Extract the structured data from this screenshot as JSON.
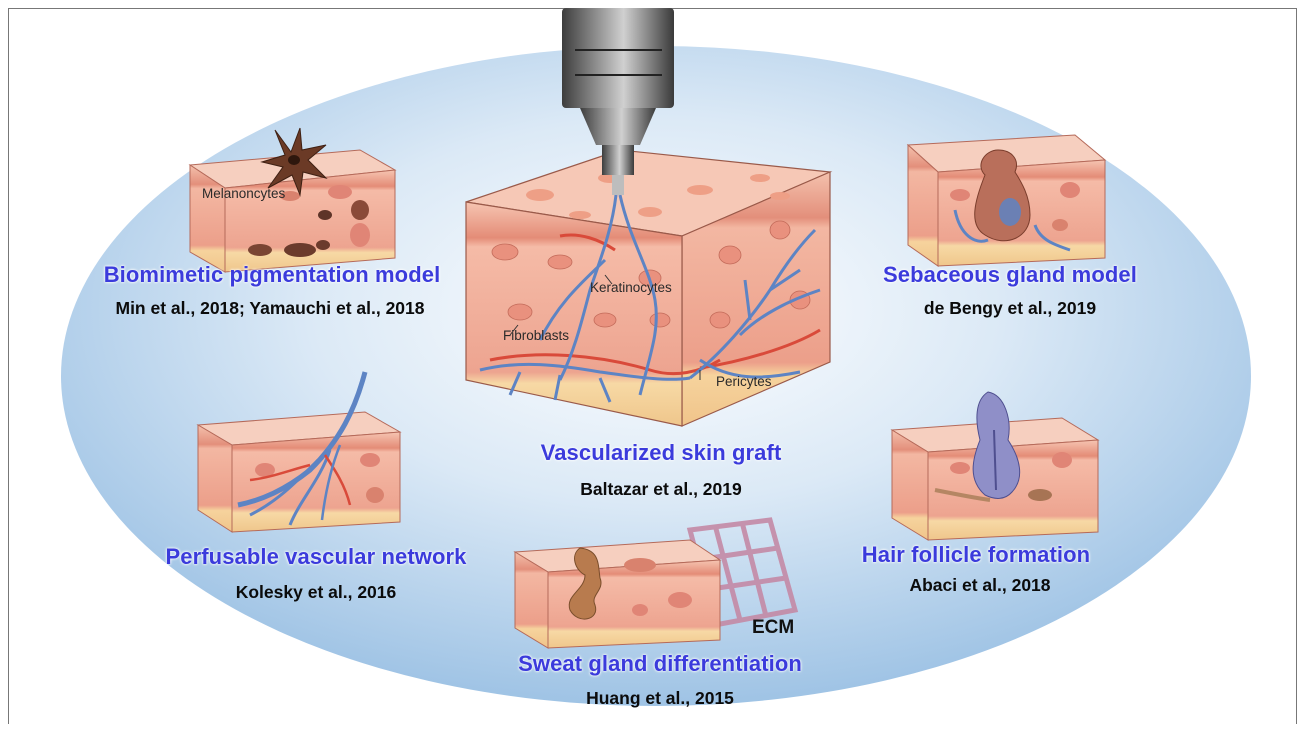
{
  "panels": {
    "pigmentation": {
      "title": "Biomimetic pigmentation model",
      "citation": "Min et al., 2018; Yamauchi et al., 2018",
      "cell_label": "Melanoncytes"
    },
    "sebaceous": {
      "title": "Sebaceous gland model",
      "citation": "de Bengy et al., 2019"
    },
    "vascular_network": {
      "title": "Perfusable vascular network",
      "citation": "Kolesky et al., 2016"
    },
    "skin_graft": {
      "title": "Vascularized skin graft",
      "citation": "Baltazar et al., 2019",
      "labels": {
        "keratinocytes": "Keratinocytes",
        "fibroblasts": "Fibroblasts",
        "pericytes": "Pericytes"
      }
    },
    "hair_follicle": {
      "title": "Hair follicle formation",
      "citation": "Abaci et al., 2018"
    },
    "sweat_gland": {
      "title": "Sweat gland differentiation",
      "citation": "Huang et al., 2015",
      "scaffold_label": "ECM"
    }
  },
  "colors": {
    "background_ellipse": "#a9c9e8",
    "title_text": "#3b3bdc",
    "tissue_top": "#f2b9a6",
    "tissue_dermis": "#e99a86",
    "fat_layer": "#f4d49c",
    "vessel_blue": "#5d84c4",
    "vessel_red": "#d94a3a"
  }
}
